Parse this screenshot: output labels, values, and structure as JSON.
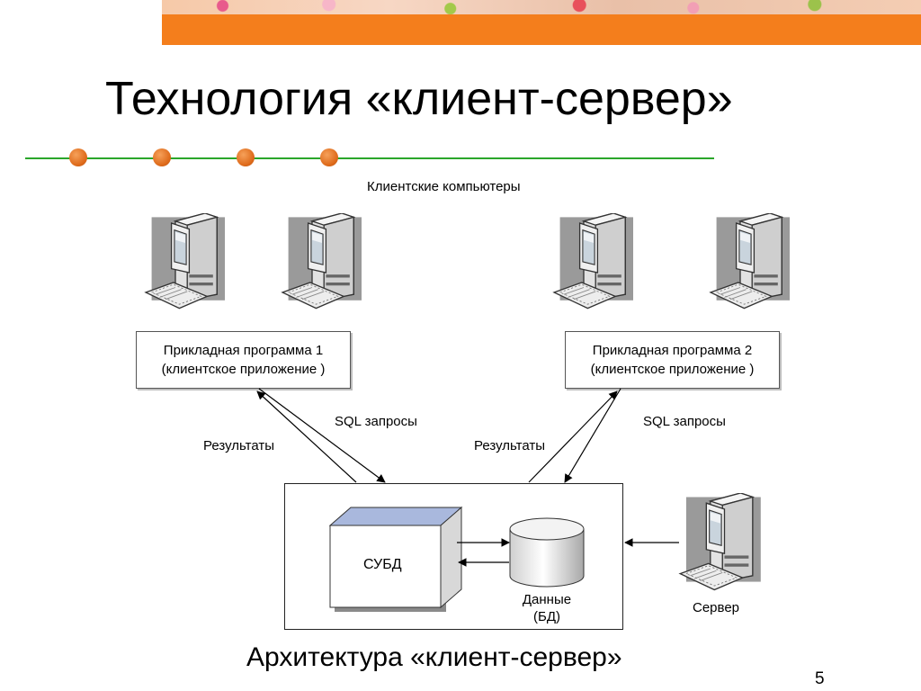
{
  "title": "Технология «клиент-сервер»",
  "diagram": {
    "clients_label": "Клиентские компьютеры",
    "app1": {
      "line1": "Прикладная программа 1",
      "line2": "(клиентское приложение )"
    },
    "app2": {
      "line1": "Прикладная программа 2",
      "line2": "(клиентское приложение )"
    },
    "sql_left": "SQL запросы",
    "sql_right": "SQL запросы",
    "results_left": "Результаты",
    "results_right": "Результаты",
    "dbms": "СУБД",
    "data_line1": "Данные",
    "data_line2": "(БД)",
    "server_label": "Сервер"
  },
  "caption": "Архитектура «клиент-сервер»",
  "page_number": "5",
  "colors": {
    "accent_orange": "#f47e1c",
    "divider_green": "#2aa62a",
    "dbms_top": "#a9b8dd"
  },
  "icons": {
    "computer": "desktop-computer-icon",
    "database": "database-cylinder-icon"
  }
}
